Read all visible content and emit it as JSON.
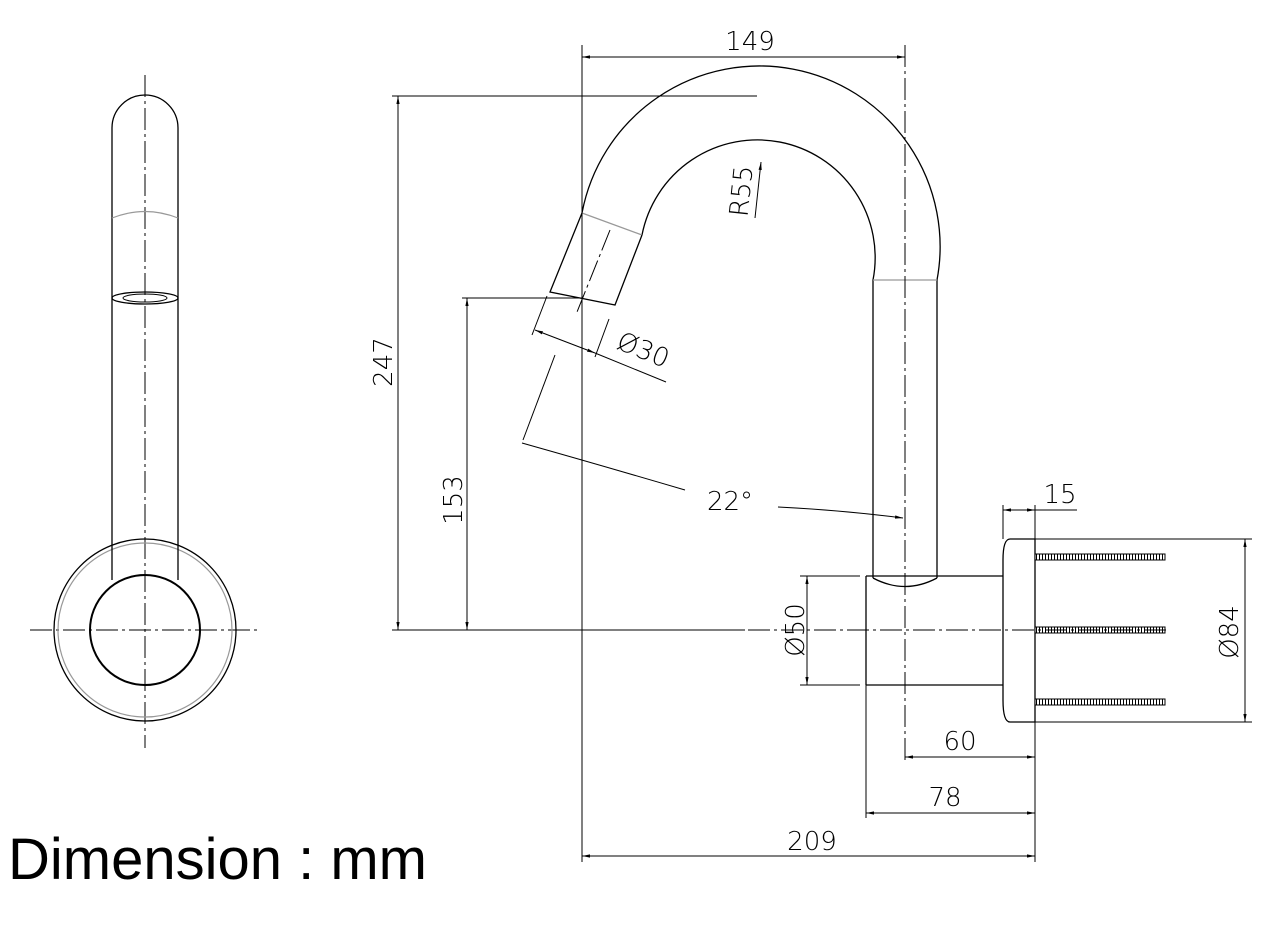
{
  "dimensions": {
    "overall_width": "149",
    "overall_height": "247",
    "spout_height": "153",
    "bend_radius": "R55",
    "spout_diameter": "Ø30",
    "spout_angle": "22°",
    "flange_thickness": "15",
    "flange_diameter": "Ø84",
    "body_diameter": "Ø50",
    "wall_to_axis": "60",
    "body_length": "78",
    "total_projection": "209"
  },
  "note": "Dimension : mm"
}
